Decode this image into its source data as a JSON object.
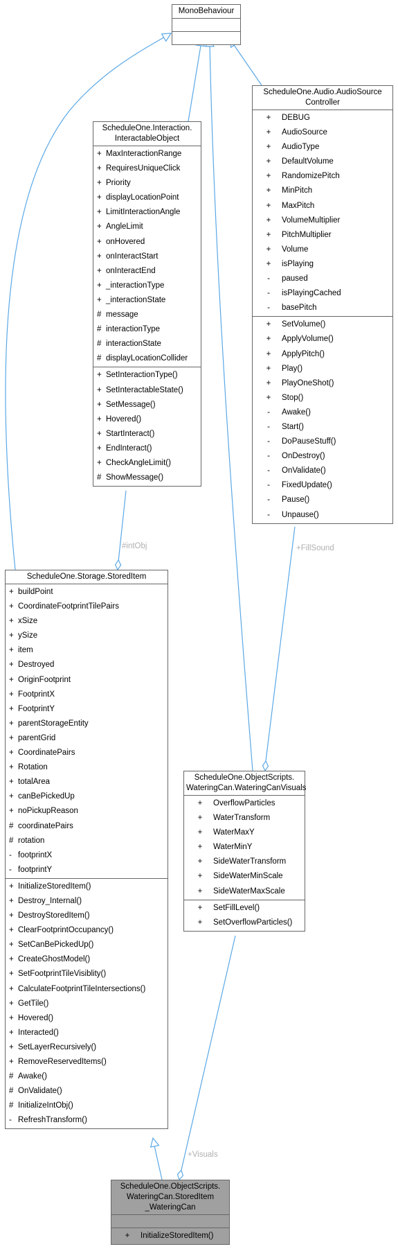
{
  "classes": {
    "monobehaviour": {
      "title": [
        "MonoBehaviour"
      ],
      "attributes": [],
      "methods": []
    },
    "interactable": {
      "title": [
        "ScheduleOne.Interaction.",
        "InteractableObject"
      ],
      "attributes": [
        {
          "v": "+",
          "n": "MaxInteractionRange"
        },
        {
          "v": "+",
          "n": "RequiresUniqueClick"
        },
        {
          "v": "+",
          "n": "Priority"
        },
        {
          "v": "+",
          "n": "displayLocationPoint"
        },
        {
          "v": "+",
          "n": "LimitInteractionAngle"
        },
        {
          "v": "+",
          "n": "AngleLimit"
        },
        {
          "v": "+",
          "n": "onHovered"
        },
        {
          "v": "+",
          "n": "onInteractStart"
        },
        {
          "v": "+",
          "n": "onInteractEnd"
        },
        {
          "v": "+",
          "n": "_interactionType"
        },
        {
          "v": "+",
          "n": "_interactionState"
        },
        {
          "v": "#",
          "n": "message"
        },
        {
          "v": "#",
          "n": "interactionType"
        },
        {
          "v": "#",
          "n": "interactionState"
        },
        {
          "v": "#",
          "n": "displayLocationCollider"
        }
      ],
      "methods": [
        {
          "v": "+",
          "n": "SetInteractionType()"
        },
        {
          "v": "+",
          "n": "SetInteractableState()"
        },
        {
          "v": "+",
          "n": "SetMessage()"
        },
        {
          "v": "+",
          "n": "Hovered()"
        },
        {
          "v": "+",
          "n": "StartInteract()"
        },
        {
          "v": "+",
          "n": "EndInteract()"
        },
        {
          "v": "+",
          "n": "CheckAngleLimit()"
        },
        {
          "v": "#",
          "n": "ShowMessage()"
        }
      ]
    },
    "audiosource": {
      "title": [
        "ScheduleOne.Audio.AudioSource",
        "Controller"
      ],
      "attributes": [
        {
          "v": "+",
          "n": "DEBUG"
        },
        {
          "v": "+",
          "n": "AudioSource"
        },
        {
          "v": "+",
          "n": "AudioType"
        },
        {
          "v": "+",
          "n": "DefaultVolume"
        },
        {
          "v": "+",
          "n": "RandomizePitch"
        },
        {
          "v": "+",
          "n": "MinPitch"
        },
        {
          "v": "+",
          "n": "MaxPitch"
        },
        {
          "v": "+",
          "n": "VolumeMultiplier"
        },
        {
          "v": "+",
          "n": "PitchMultiplier"
        },
        {
          "v": "+",
          "n": "Volume"
        },
        {
          "v": "+",
          "n": "isPlaying"
        },
        {
          "v": "-",
          "n": "paused"
        },
        {
          "v": "-",
          "n": "isPlayingCached"
        },
        {
          "v": "-",
          "n": "basePitch"
        }
      ],
      "methods": [
        {
          "v": "+",
          "n": "SetVolume()"
        },
        {
          "v": "+",
          "n": "ApplyVolume()"
        },
        {
          "v": "+",
          "n": "ApplyPitch()"
        },
        {
          "v": "+",
          "n": "Play()"
        },
        {
          "v": "+",
          "n": "PlayOneShot()"
        },
        {
          "v": "+",
          "n": "Stop()"
        },
        {
          "v": "-",
          "n": "Awake()"
        },
        {
          "v": "-",
          "n": "Start()"
        },
        {
          "v": "-",
          "n": "DoPauseStuff()"
        },
        {
          "v": "-",
          "n": "OnDestroy()"
        },
        {
          "v": "-",
          "n": "OnValidate()"
        },
        {
          "v": "-",
          "n": "FixedUpdate()"
        },
        {
          "v": "-",
          "n": "Pause()"
        },
        {
          "v": "-",
          "n": "Unpause()"
        }
      ]
    },
    "storeditem": {
      "title": [
        "ScheduleOne.Storage.StoredItem"
      ],
      "attributes": [
        {
          "v": "+",
          "n": "buildPoint"
        },
        {
          "v": "+",
          "n": "CoordinateFootprintTilePairs"
        },
        {
          "v": "+",
          "n": "xSize"
        },
        {
          "v": "+",
          "n": "ySize"
        },
        {
          "v": "+",
          "n": "item"
        },
        {
          "v": "+",
          "n": "Destroyed"
        },
        {
          "v": "+",
          "n": "OriginFootprint"
        },
        {
          "v": "+",
          "n": "FootprintX"
        },
        {
          "v": "+",
          "n": "FootprintY"
        },
        {
          "v": "+",
          "n": "parentStorageEntity"
        },
        {
          "v": "+",
          "n": "parentGrid"
        },
        {
          "v": "+",
          "n": "CoordinatePairs"
        },
        {
          "v": "+",
          "n": "Rotation"
        },
        {
          "v": "+",
          "n": "totalArea"
        },
        {
          "v": "+",
          "n": "canBePickedUp"
        },
        {
          "v": "+",
          "n": "noPickupReason"
        },
        {
          "v": "#",
          "n": "coordinatePairs"
        },
        {
          "v": "#",
          "n": "rotation"
        },
        {
          "v": "-",
          "n": "footprintX"
        },
        {
          "v": "-",
          "n": "footprintY"
        }
      ],
      "methods": [
        {
          "v": "+",
          "n": "InitializeStoredItem()"
        },
        {
          "v": "+",
          "n": "Destroy_Internal()"
        },
        {
          "v": "+",
          "n": "DestroyStoredItem()"
        },
        {
          "v": "+",
          "n": "ClearFootprintOccupancy()"
        },
        {
          "v": "+",
          "n": "SetCanBePickedUp()"
        },
        {
          "v": "+",
          "n": "CreateGhostModel()"
        },
        {
          "v": "+",
          "n": "SetFootprintTileVisiblity()"
        },
        {
          "v": "+",
          "n": "CalculateFootprintTileIntersections()"
        },
        {
          "v": "+",
          "n": "GetTile()"
        },
        {
          "v": "+",
          "n": "Hovered()"
        },
        {
          "v": "+",
          "n": "Interacted()"
        },
        {
          "v": "+",
          "n": "SetLayerRecursively()"
        },
        {
          "v": "+",
          "n": "RemoveReservedItems()"
        },
        {
          "v": "#",
          "n": "Awake()"
        },
        {
          "v": "#",
          "n": "OnValidate()"
        },
        {
          "v": "#",
          "n": "InitializeIntObj()"
        },
        {
          "v": "-",
          "n": "RefreshTransform()"
        }
      ]
    },
    "wateringvisuals": {
      "title": [
        "ScheduleOne.ObjectScripts.",
        "WateringCan.WateringCanVisuals"
      ],
      "attributes": [
        {
          "v": "+",
          "n": "OverflowParticles"
        },
        {
          "v": "+",
          "n": "WaterTransform"
        },
        {
          "v": "+",
          "n": "WaterMaxY"
        },
        {
          "v": "+",
          "n": "WaterMinY"
        },
        {
          "v": "+",
          "n": "SideWaterTransform"
        },
        {
          "v": "+",
          "n": "SideWaterMinScale"
        },
        {
          "v": "+",
          "n": "SideWaterMaxScale"
        }
      ],
      "methods": [
        {
          "v": "+",
          "n": "SetFillLevel()"
        },
        {
          "v": "+",
          "n": "SetOverflowParticles()"
        }
      ]
    },
    "storeditemwatering": {
      "title": [
        "ScheduleOne.ObjectScripts.",
        "WateringCan.StoredItem",
        "_WateringCan"
      ],
      "attributes": [],
      "methods": [
        {
          "v": "+",
          "n": "InitializeStoredItem()"
        }
      ]
    }
  },
  "edge_labels": {
    "intobj": "#intObj",
    "fillsound": "+FillSound",
    "visuals": "+Visuals"
  },
  "colors": {
    "edge": "#5aa8e6",
    "border": "#666666",
    "highlight": "#a0a0a0"
  }
}
